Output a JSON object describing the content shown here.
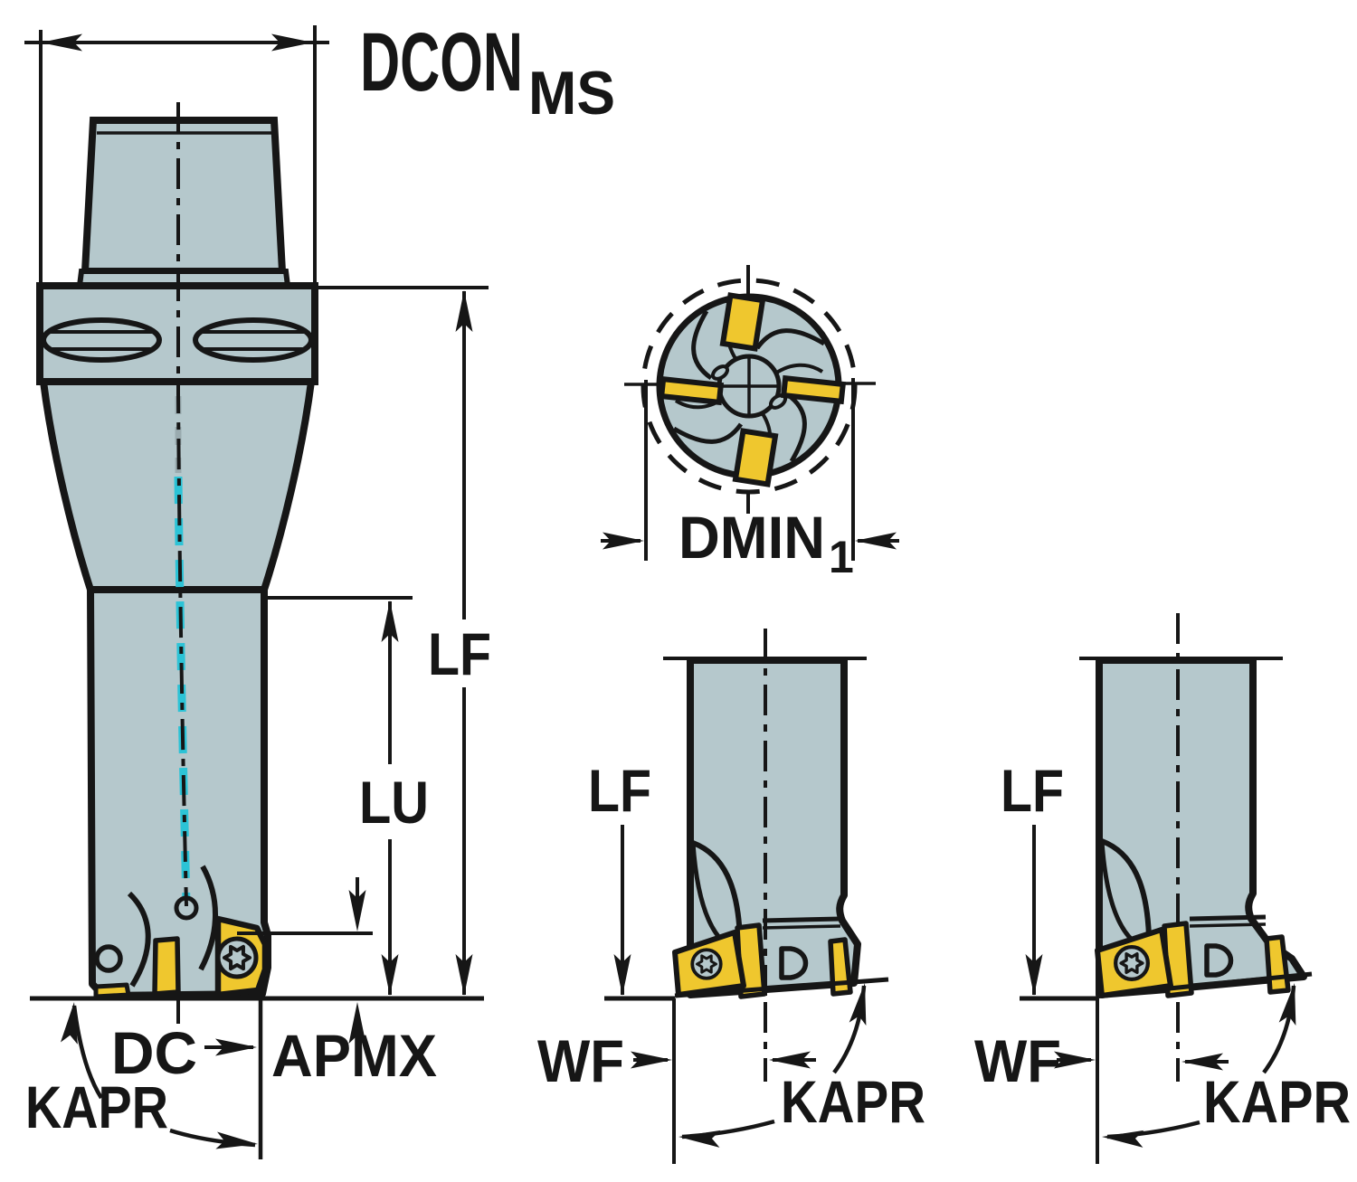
{
  "title": "milling-cutter-dimension-diagram",
  "colors": {
    "body": "#b5c8cc",
    "insert": "#efc72e",
    "coolant": "#2cc3d6",
    "outline": "#161616",
    "background": "#ffffff"
  },
  "side_view": {
    "dcon": "DCON",
    "dcon_sub": "MS",
    "lf": "LF",
    "lu": "LU",
    "dc": "DC",
    "apmx": "APMX",
    "kapr": "KAPR"
  },
  "top_view": {
    "dmin": "DMIN",
    "dmin_sub": "1"
  },
  "mid_view": {
    "lf": "LF",
    "wf": "WF",
    "kapr": "KAPR"
  },
  "right_view": {
    "lf": "LF",
    "wf": "WF",
    "kapr": "KAPR"
  }
}
